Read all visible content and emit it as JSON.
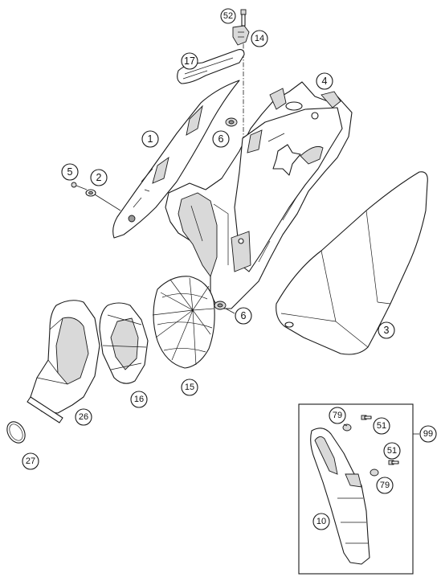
{
  "callouts": {
    "c52": "52",
    "c14": "14",
    "c17": "17",
    "c4": "4",
    "c1": "1",
    "c6a": "6",
    "c5": "5",
    "c2": "2",
    "c3": "3",
    "c6b": "6",
    "c16": "16",
    "c15": "15",
    "c26": "26",
    "c27": "27",
    "c79a": "79",
    "c51a": "51",
    "c99": "99",
    "c51b": "51",
    "c79b": "79",
    "c10": "10"
  }
}
